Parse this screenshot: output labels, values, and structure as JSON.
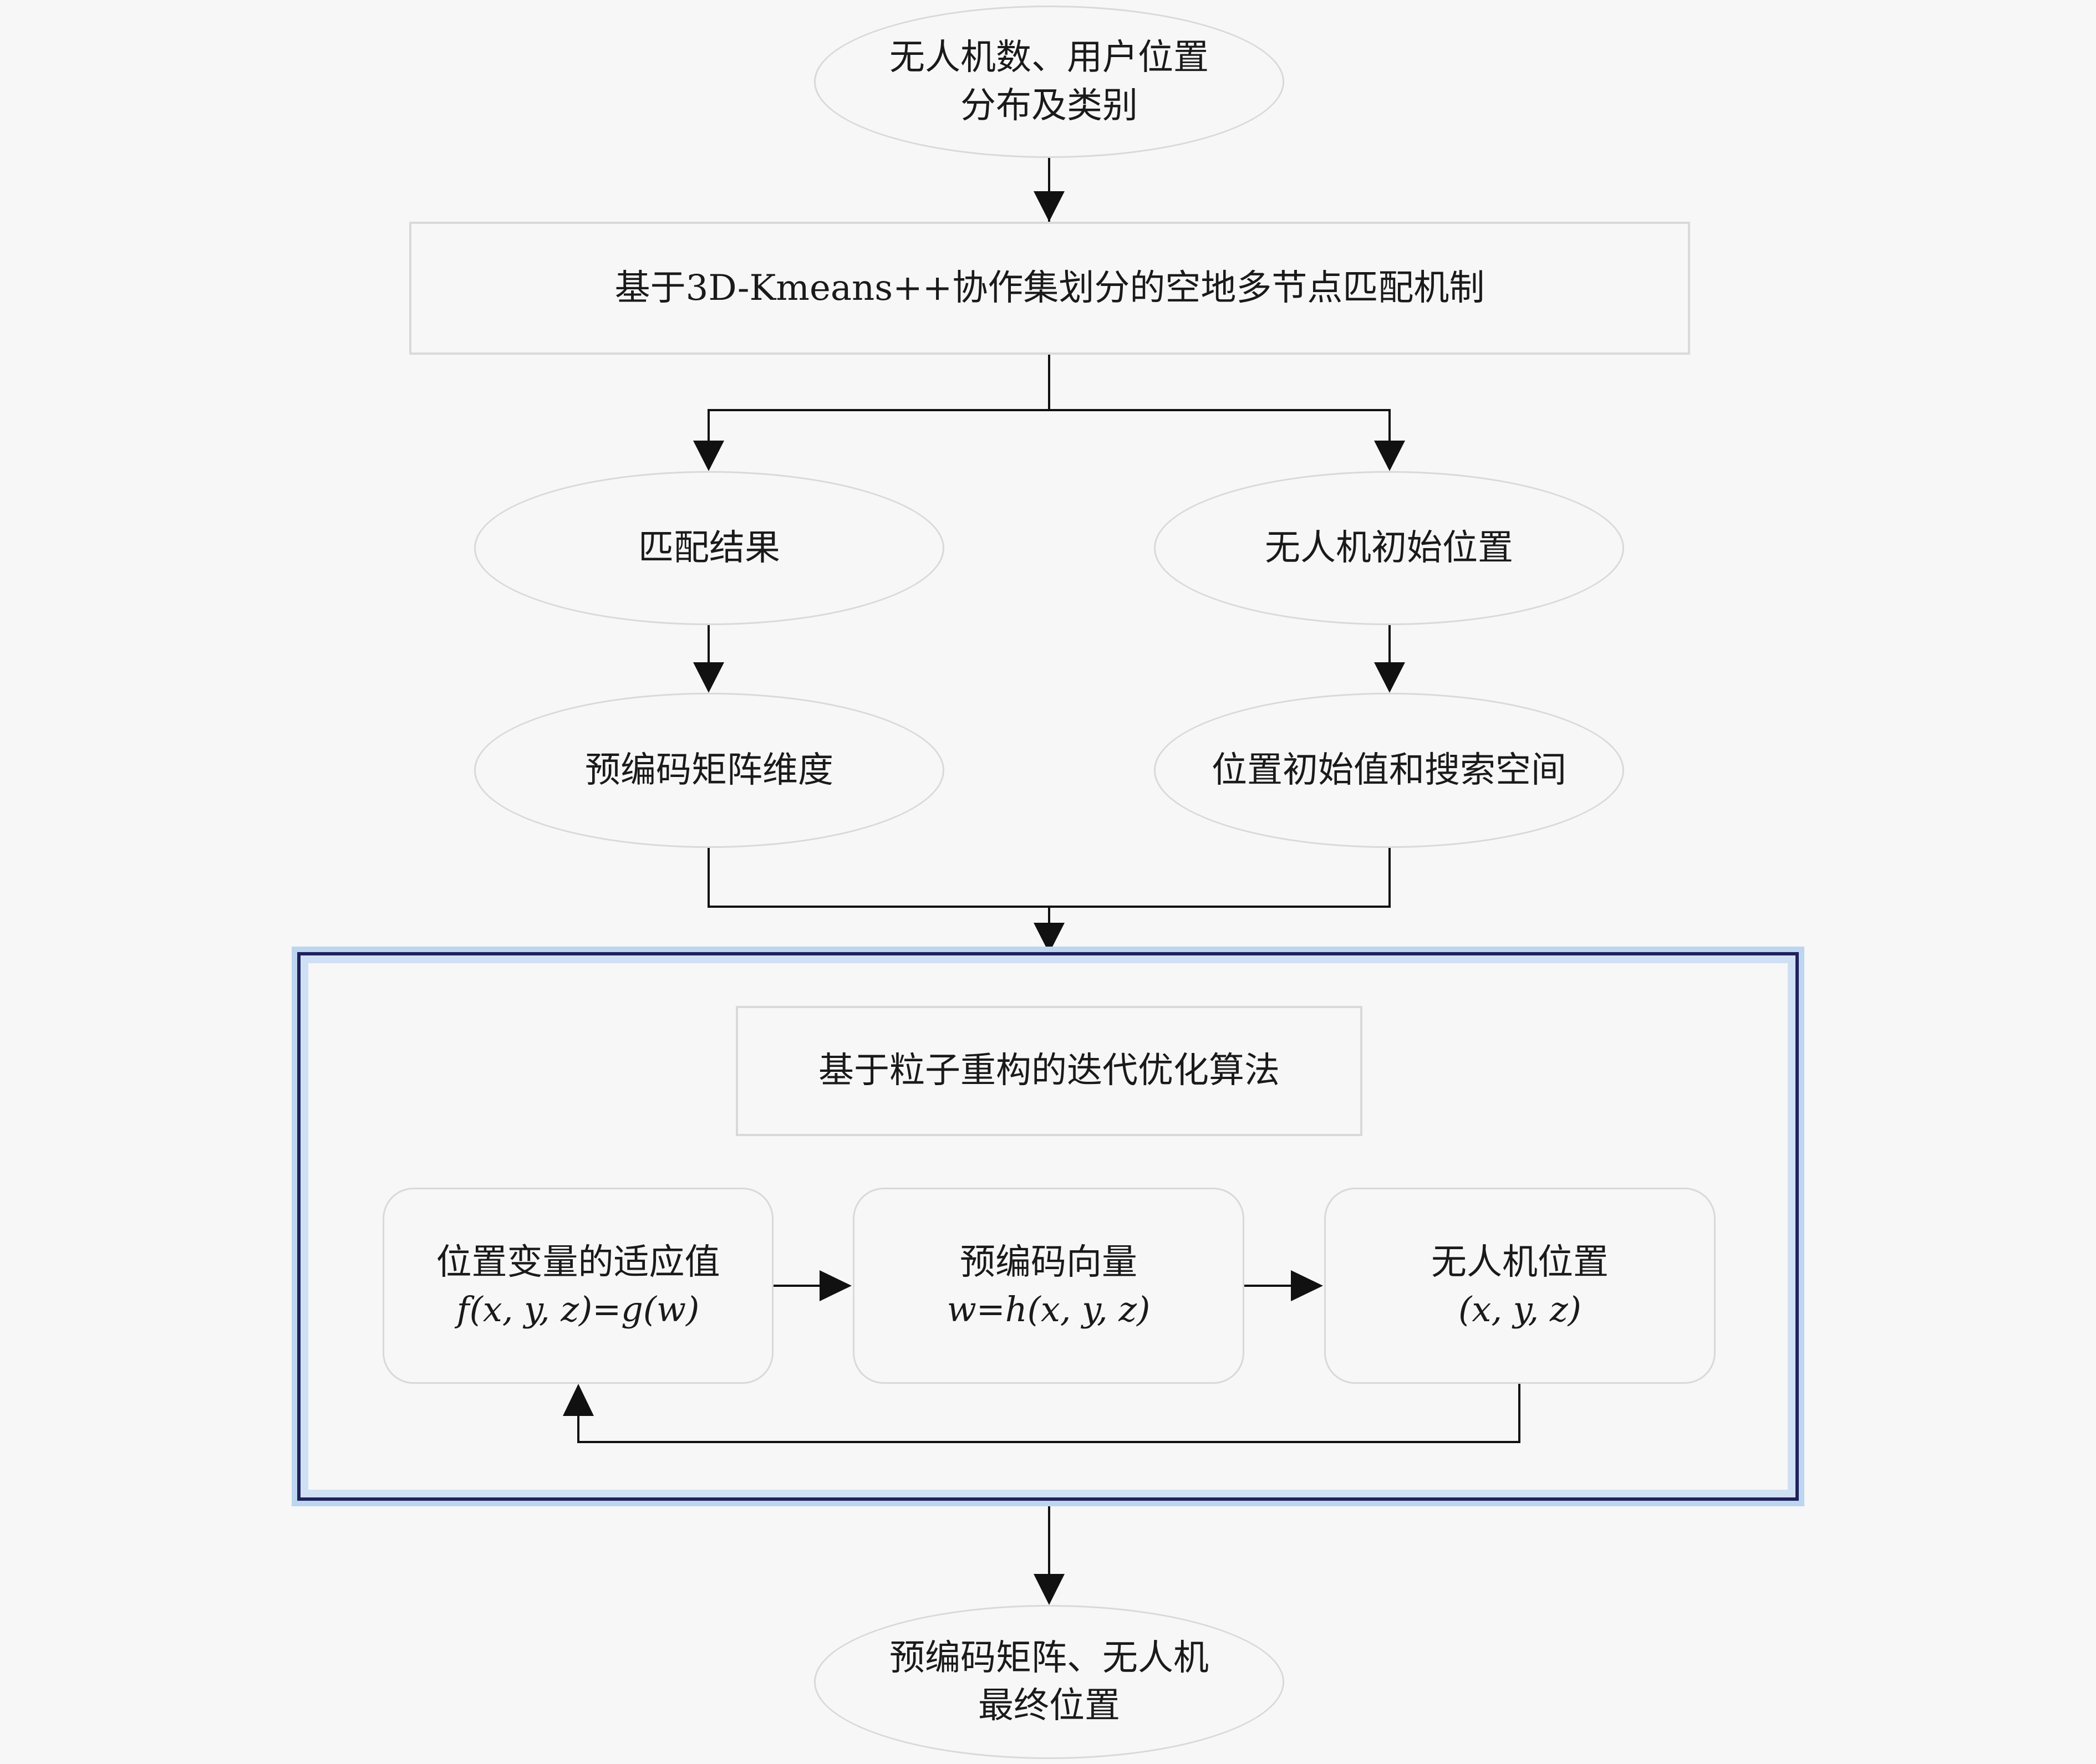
{
  "nodes": {
    "input": {
      "line1": "无人机数、用户位置",
      "line2": "分布及类别"
    },
    "matching": {
      "label": "基于3D-Kmeans++协作集划分的空地多节点匹配机制"
    },
    "match_result": {
      "label": "匹配结果"
    },
    "uav_initial": {
      "label": "无人机初始位置"
    },
    "precoding_dim": {
      "label": "预编码矩阵维度"
    },
    "search_space": {
      "label": "位置初始值和搜索空间"
    },
    "algorithm": {
      "label": "基于粒子重构的迭代优化算法"
    },
    "fitness": {
      "label": "位置变量的适应值",
      "formula": "f(x, y, z)=g(w)"
    },
    "precoding_vec": {
      "label": "预编码向量",
      "formula": "w=h(x, y, z)"
    },
    "uav_position": {
      "label": "无人机位置",
      "formula": "(x, y, z)"
    },
    "output": {
      "line1": "预编码矩阵、无人机",
      "line2": "最终位置"
    }
  },
  "colors": {
    "node_border": "#d9d9d9",
    "arrow": "#111111",
    "loop_border": "#20205a",
    "loop_glow": "#bcd6f0"
  }
}
